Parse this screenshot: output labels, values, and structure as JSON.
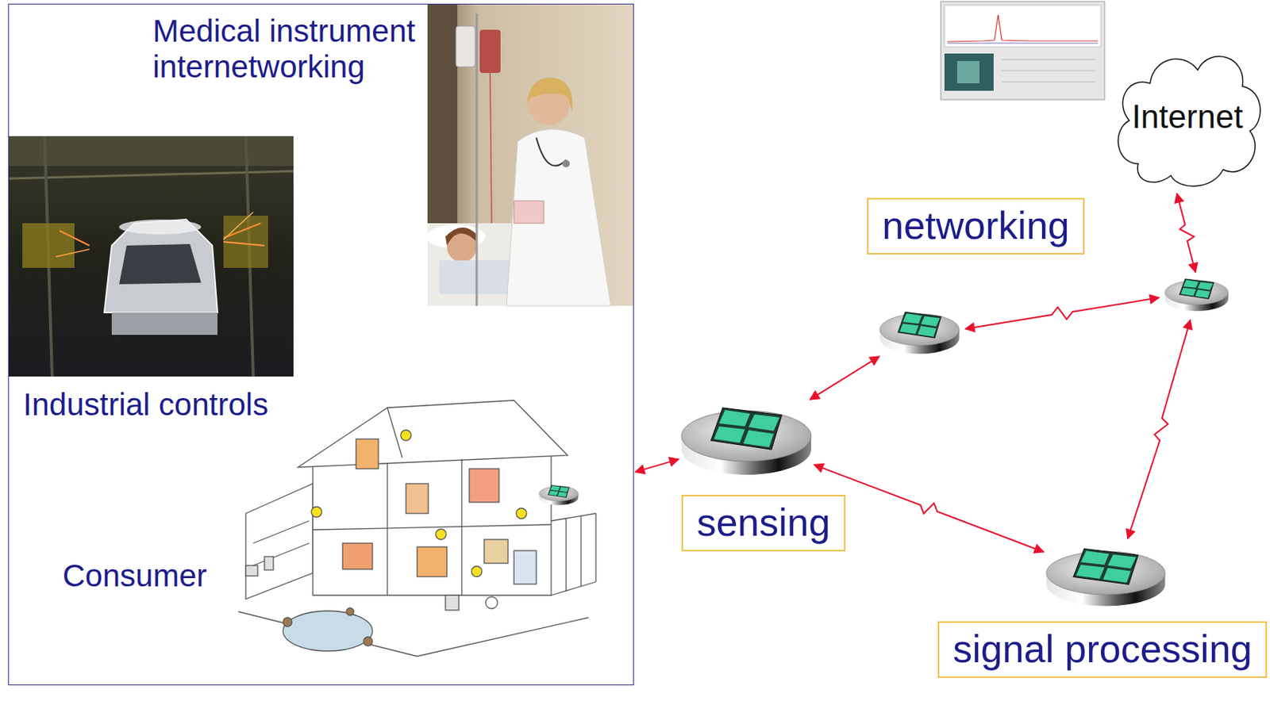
{
  "diagram": {
    "nodes": [
      {
        "text": [
          "Medical instrument internetworking",
          "Industrial controls",
          "Consumer"
        ]
      },
      {
        "text": [
          "Internet"
        ]
      },
      {
        "text": [
          "networking"
        ]
      },
      {
        "text": [
          "sensing"
        ]
      },
      {
        "text": [
          "signal processing"
        ]
      }
    ],
    "edges": [
      {
        "from": 0,
        "to": 3,
        "arrow": "both"
      },
      {
        "from": 3,
        "to": 2,
        "arrow": "both"
      },
      {
        "from": 3,
        "to": 4,
        "arrow": "both"
      }
    ]
  }
}
